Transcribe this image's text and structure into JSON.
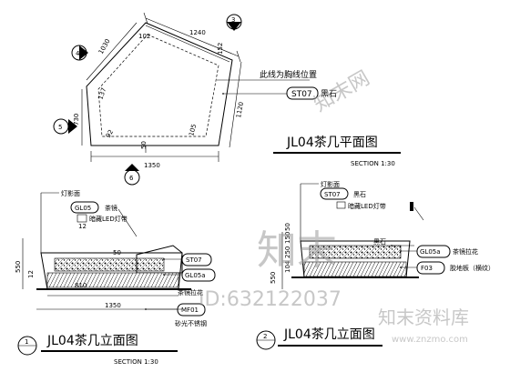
{
  "plan": {
    "dims": {
      "top": "1240",
      "left_upper": "1030",
      "inner_102": "102",
      "inner_137": "137",
      "left_730": "730",
      "inner_92": "92",
      "inner_152": "152",
      "right_1120": "1120",
      "bottom_50": "50",
      "bottom_1350": "1350",
      "inner_105": "105"
    },
    "markers": {
      "m3": "3",
      "m4": "4",
      "m5": "5",
      "m6": "6"
    },
    "callout_line": "此线为胸线位置",
    "tag_st07": "ST07",
    "tag_st07_text": "黑石",
    "title": "JL04茶几平面图",
    "section": "SECTION 1:30"
  },
  "elev1": {
    "labels": {
      "lamp": "灯影面",
      "gl05": "GL05",
      "gl05_text": "茶镜",
      "led": "暗藏LED灯带",
      "num12": "12",
      "st07": "ST07",
      "gl05a": "GL05a",
      "gl05a_text": "茶镜拉花",
      "mf01": "MF01",
      "mf01_text": "砂光不锈钢"
    },
    "dims": {
      "d50": "50",
      "d810": "810",
      "d1350": "1350",
      "d550": "550",
      "d12": "12"
    },
    "title": "JL04茶几立面图",
    "section": "SECTION 1:30",
    "number": "1"
  },
  "elev2": {
    "labels": {
      "lamp": "灯影面",
      "st07": "ST07",
      "st07_text": "黑石",
      "led": "暗藏LED灯带",
      "black": "黑石",
      "gl05a": "GL05a",
      "gl05a_text": "茶镜拉花",
      "f03": "F03",
      "f03_text": "胶地板（横纹）"
    },
    "dims": {
      "d550": "550",
      "d104": "104",
      "d250": "250",
      "d150": "150",
      "d50": "50"
    },
    "title": "JL04茶几立面图",
    "number": "2"
  },
  "watermarks": {
    "center": "知末",
    "id": "ID:632122037",
    "brand": "知末资料库",
    "url": "www.znzmo.com"
  }
}
